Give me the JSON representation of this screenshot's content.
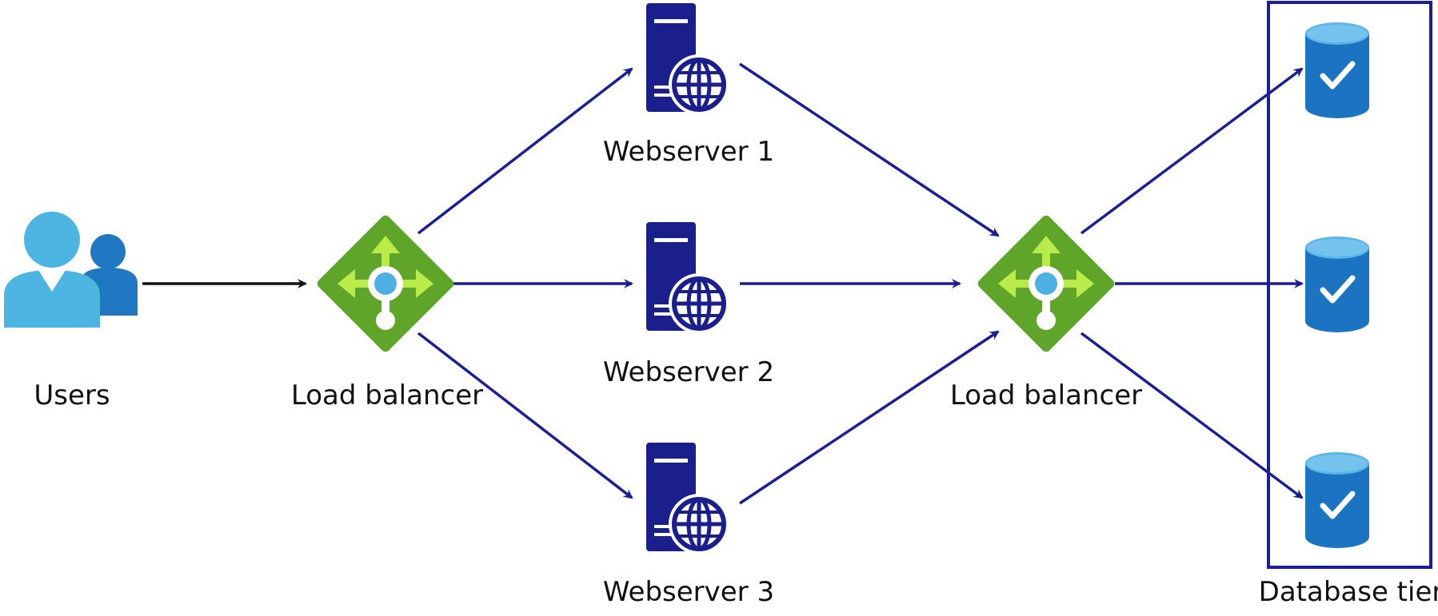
{
  "labels": {
    "users": "Users",
    "lb_front": "Load balancer",
    "web1": "Webserver 1",
    "web2": "Webserver 2",
    "web3": "Webserver 3",
    "lb_back": "Load balancer",
    "db_tier": "Database tier"
  },
  "colors": {
    "arrow_blue": "#1a1f96",
    "arrow_black": "#111111",
    "server_navy": "#1a1f8c",
    "lb_green": "#5fa52a",
    "lb_arrow": "#b9ec4a",
    "lb_hub": "#4db0e3",
    "user_front": "#4cb5e2",
    "user_back": "#1f78c1",
    "db_body": "#1a74c2",
    "db_top": "#5ab6e6",
    "tier_border": "#1a1f96"
  },
  "icons": [
    "users-icon",
    "load-balancer-icon",
    "webserver-icon",
    "database-icon"
  ]
}
